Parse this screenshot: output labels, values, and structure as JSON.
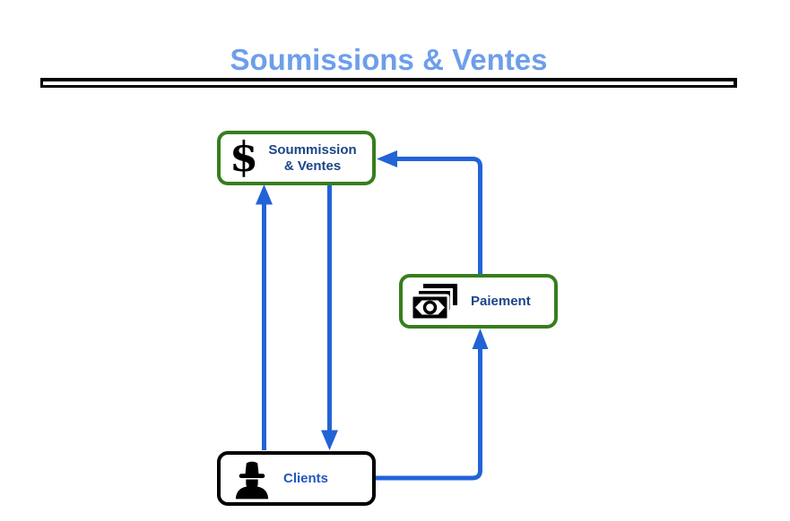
{
  "title": {
    "text": "Soumissions & Ventes"
  },
  "colors": {
    "title_text": "#6d9eeb",
    "arrow": "#2263d6",
    "node_border_green": "#377d1f",
    "node_border_black": "#000000",
    "node_label_navy": "#1c4587",
    "clients_label_blue": "#2456c0",
    "icon_black": "#000000",
    "background": "#ffffff"
  },
  "nodes": {
    "soumission": {
      "icon": "dollar-icon",
      "glyph": "$",
      "line1": "Soummission",
      "line2": "& Ventes"
    },
    "paiement": {
      "icon": "banknotes-icon",
      "label": "Paiement"
    },
    "clients": {
      "icon": "person-hat-icon",
      "label": "Clients"
    }
  },
  "edges": [
    {
      "from": "clients",
      "to": "soumission",
      "style": "straight-up-arrow"
    },
    {
      "from": "soumission",
      "to": "clients",
      "style": "straight-down-arrow"
    },
    {
      "from": "clients",
      "to": "paiement",
      "style": "right-then-up-arrow"
    },
    {
      "from": "paiement",
      "to": "soumission",
      "style": "up-then-left-arrow"
    }
  ]
}
